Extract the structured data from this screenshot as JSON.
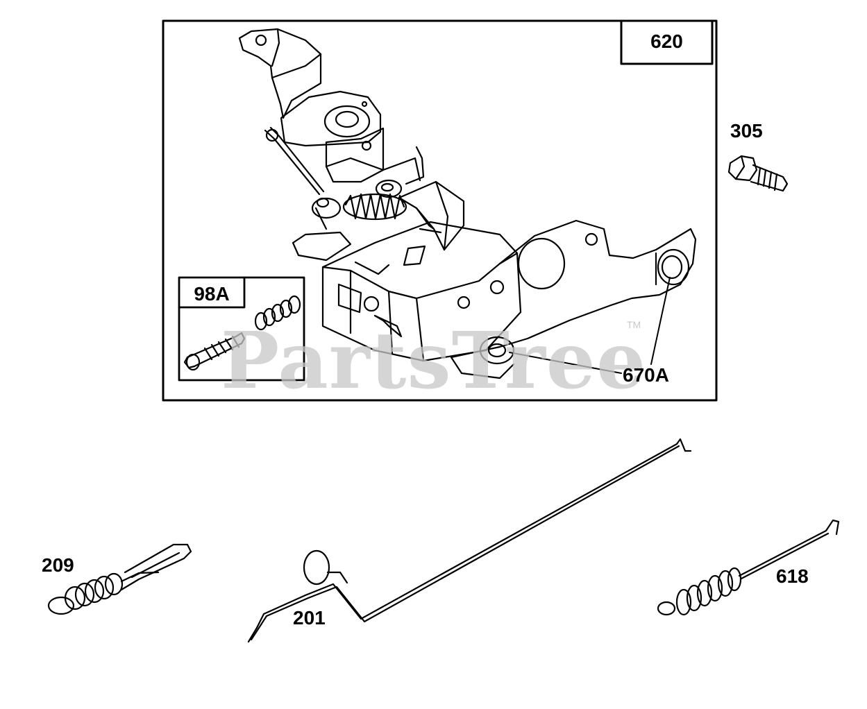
{
  "watermark": {
    "text": "PartsTree",
    "tm": "TM"
  },
  "labels": {
    "kit_620": "620",
    "kit_98a": "98A",
    "bolt_305": "305",
    "bushing_670a": "670A",
    "spring_209": "209",
    "link_201": "201",
    "spring_618": "618"
  }
}
